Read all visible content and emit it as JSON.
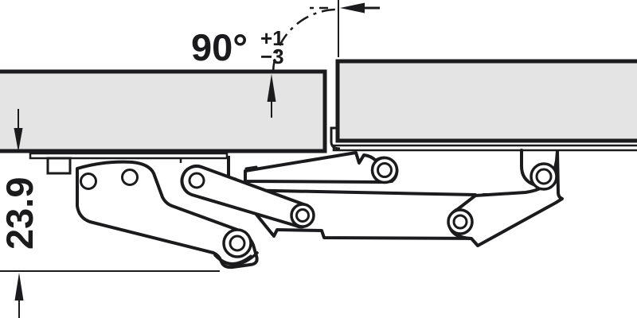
{
  "drawing": {
    "type": "technical line drawing",
    "subject": "concealed flap hinge mechanism mounted between a flap panel and a cabinet panel, shown in opened position",
    "angle_dimension": {
      "value": "90°",
      "tolerance_plus": "+1",
      "tolerance_minus": "−3"
    },
    "depth_dimension": {
      "value": "23.9"
    }
  },
  "colors": {
    "background": "#ffffff",
    "panel_fill": "#e4e4e4",
    "line": "#1b1b1d"
  }
}
